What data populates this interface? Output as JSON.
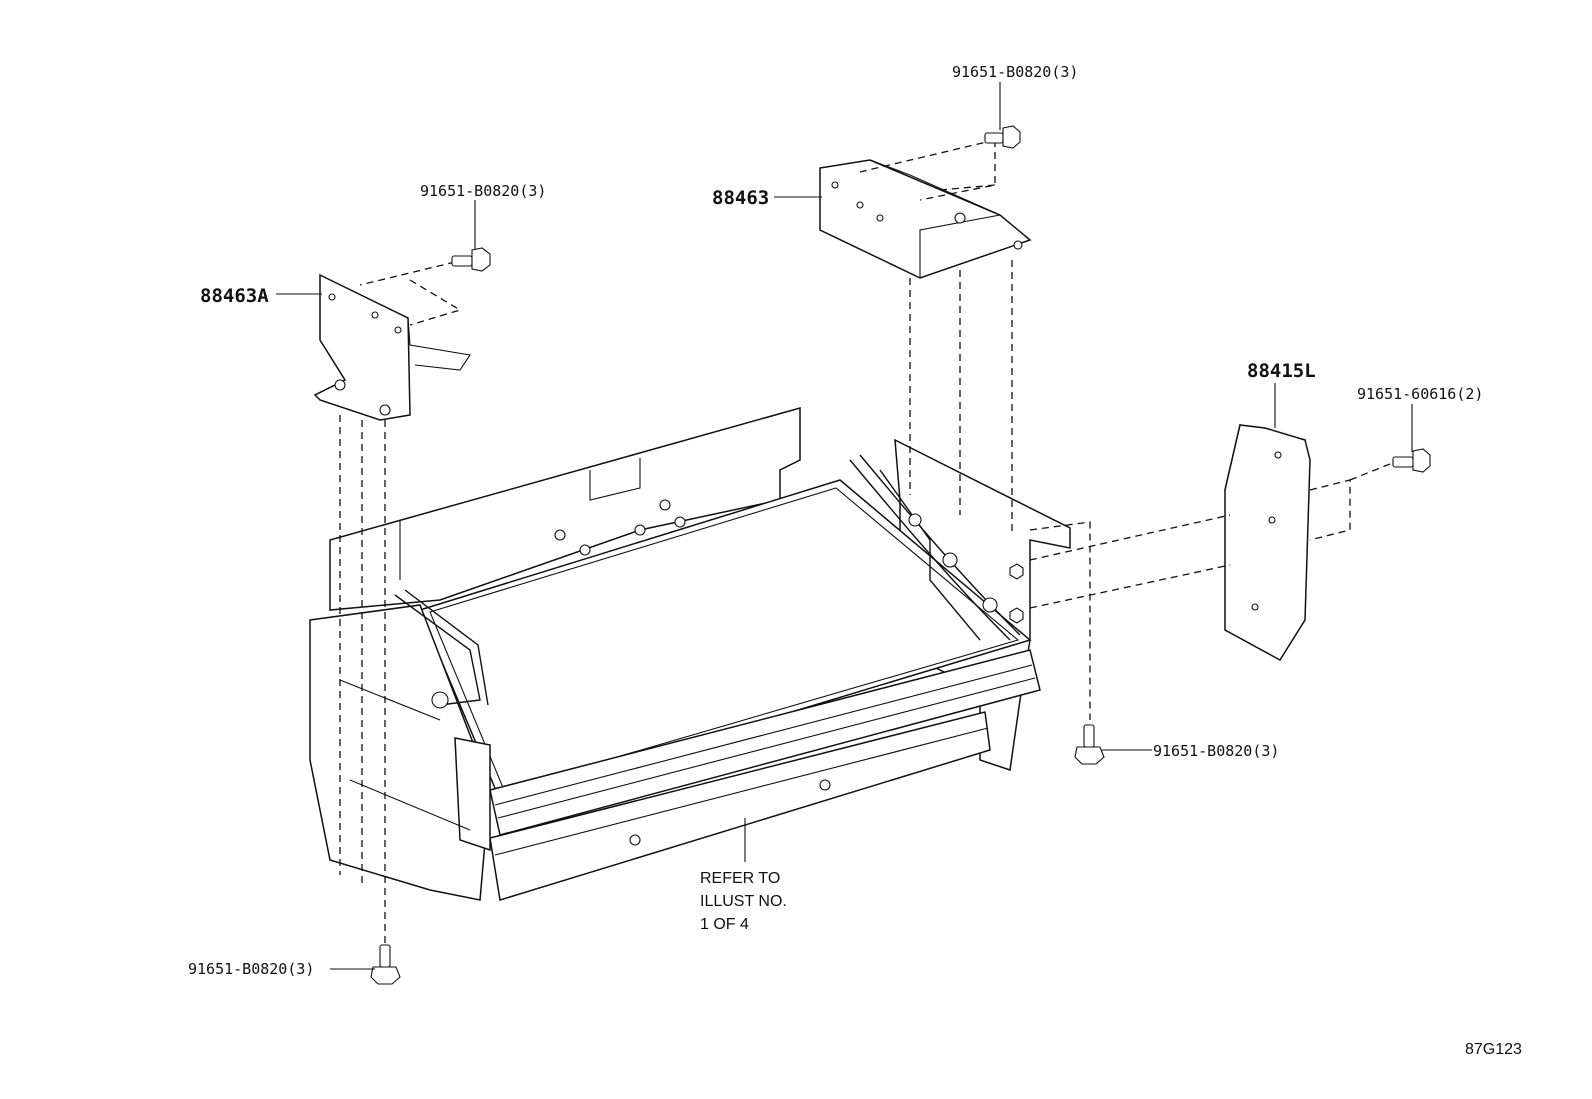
{
  "labels": {
    "bolt_top_right": "91651-B0820(3)",
    "bolt_top_left": "91651-B0820(3)",
    "bracket_right": "88463",
    "bracket_left": "88463A",
    "cover_right": "88415L",
    "bolt_right_cover": "91651-60616(2)",
    "bolt_bottom_right": "91651-B0820(3)",
    "bolt_bottom_left": "91651-B0820(3)"
  },
  "note": {
    "line1": "REFER TO",
    "line2": "ILLUST NO.",
    "line3": "1 OF 4"
  },
  "illustration_code": "87G123"
}
